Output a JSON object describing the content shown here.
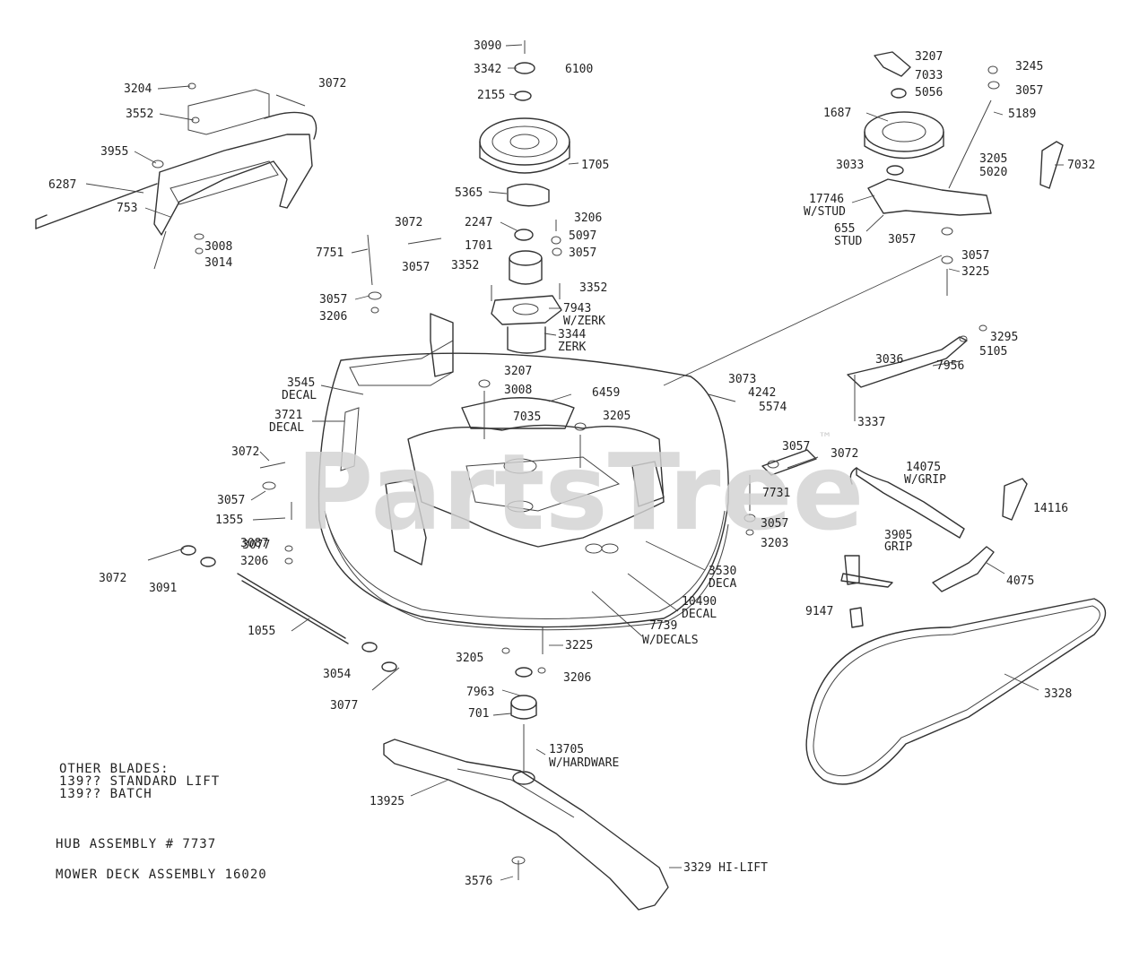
{
  "watermark": {
    "text": "PartsTree",
    "trademark": "™"
  },
  "notes": {
    "other_blades_title": "OTHER BLADES:",
    "other_blades_line1": "139??  STANDARD LIFT",
    "other_blades_line2": "139??  BATCH",
    "hub_assembly": "HUB ASSEMBLY # 7737",
    "mower_deck_assembly": "MOWER DECK ASSEMBLY  16020"
  },
  "labels": [
    {
      "id": "p3204",
      "text": "3204"
    },
    {
      "id": "p3072a",
      "text": "3072"
    },
    {
      "id": "p3552",
      "text": "3552"
    },
    {
      "id": "p3955",
      "text": "3955"
    },
    {
      "id": "p6287",
      "text": "6287"
    },
    {
      "id": "p753",
      "text": "753"
    },
    {
      "id": "p3008a",
      "text": "3008"
    },
    {
      "id": "p3014",
      "text": "3014"
    },
    {
      "id": "p3090",
      "text": "3090"
    },
    {
      "id": "p3342",
      "text": "3342"
    },
    {
      "id": "p6100",
      "text": "6100"
    },
    {
      "id": "p2155",
      "text": "2155"
    },
    {
      "id": "p1705",
      "text": "1705"
    },
    {
      "id": "p5365",
      "text": "5365"
    },
    {
      "id": "p2247",
      "text": "2247"
    },
    {
      "id": "p3206a",
      "text": "3206"
    },
    {
      "id": "p5097",
      "text": "5097"
    },
    {
      "id": "p3057a",
      "text": "3057"
    },
    {
      "id": "p1701",
      "text": "1701"
    },
    {
      "id": "p3352a",
      "text": "3352"
    },
    {
      "id": "p3352b",
      "text": "3352"
    },
    {
      "id": "p7943",
      "text": "7943"
    },
    {
      "id": "p7943b",
      "text": "W/ZERK"
    },
    {
      "id": "p3344",
      "text": "3344"
    },
    {
      "id": "p3344b",
      "text": "ZERK"
    },
    {
      "id": "p7751",
      "text": "7751"
    },
    {
      "id": "p3072b",
      "text": "3072"
    },
    {
      "id": "p3057b",
      "text": "3057"
    },
    {
      "id": "p3057c",
      "text": "3057"
    },
    {
      "id": "p3206b",
      "text": "3206"
    },
    {
      "id": "p3207a",
      "text": "3207"
    },
    {
      "id": "p7033",
      "text": "7033"
    },
    {
      "id": "p5056",
      "text": "5056"
    },
    {
      "id": "p3245",
      "text": "3245"
    },
    {
      "id": "p3057d",
      "text": "3057"
    },
    {
      "id": "p5189",
      "text": "5189"
    },
    {
      "id": "p1687",
      "text": "1687"
    },
    {
      "id": "p3205a",
      "text": "3205"
    },
    {
      "id": "p5020",
      "text": "5020"
    },
    {
      "id": "p3033",
      "text": "3033"
    },
    {
      "id": "p7032",
      "text": "7032"
    },
    {
      "id": "p17746",
      "text": "17746"
    },
    {
      "id": "p17746b",
      "text": "W/STUD"
    },
    {
      "id": "p655",
      "text": "655"
    },
    {
      "id": "p655b",
      "text": "STUD"
    },
    {
      "id": "p3057e",
      "text": "3057"
    },
    {
      "id": "p3057f",
      "text": "3057"
    },
    {
      "id": "p3225a",
      "text": "3225"
    },
    {
      "id": "p3545",
      "text": "3545"
    },
    {
      "id": "p3545b",
      "text": "DECAL"
    },
    {
      "id": "p3721",
      "text": "3721"
    },
    {
      "id": "p3721b",
      "text": "DECAL"
    },
    {
      "id": "p3207b",
      "text": "3207"
    },
    {
      "id": "p3008b",
      "text": "3008"
    },
    {
      "id": "p6459",
      "text": "6459"
    },
    {
      "id": "p7035",
      "text": "7035"
    },
    {
      "id": "p3205b",
      "text": "3205"
    },
    {
      "id": "p3073",
      "text": "3073"
    },
    {
      "id": "p4242",
      "text": "4242"
    },
    {
      "id": "p5574",
      "text": "5574"
    },
    {
      "id": "p3295",
      "text": "3295"
    },
    {
      "id": "p5105",
      "text": "5105"
    },
    {
      "id": "p3036",
      "text": "3036"
    },
    {
      "id": "p7956",
      "text": "7956"
    },
    {
      "id": "p3337",
      "text": "3337"
    },
    {
      "id": "p3072c",
      "text": "3072"
    },
    {
      "id": "p3057g",
      "text": "3057"
    },
    {
      "id": "p1355",
      "text": "1355"
    },
    {
      "id": "p3087",
      "text": "3087"
    },
    {
      "id": "p3057h",
      "text": "3057"
    },
    {
      "id": "p3072d",
      "text": "3072"
    },
    {
      "id": "p7731",
      "text": "7731"
    },
    {
      "id": "p3057i",
      "text": "3057"
    },
    {
      "id": "p3203",
      "text": "3203"
    },
    {
      "id": "p14075",
      "text": "14075"
    },
    {
      "id": "p14075b",
      "text": "W/GRIP"
    },
    {
      "id": "p3905",
      "text": "3905"
    },
    {
      "id": "p3905b",
      "text": "GRIP"
    },
    {
      "id": "p14116",
      "text": "14116"
    },
    {
      "id": "p3077a",
      "text": "3077"
    },
    {
      "id": "p3206c",
      "text": "3206"
    },
    {
      "id": "p3072e",
      "text": "3072"
    },
    {
      "id": "p3091",
      "text": "3091"
    },
    {
      "id": "p3530",
      "text": "3530"
    },
    {
      "id": "p3530b",
      "text": "DECA"
    },
    {
      "id": "p10490",
      "text": "10490"
    },
    {
      "id": "p10490b",
      "text": "DECAL"
    },
    {
      "id": "p7739",
      "text": "7739"
    },
    {
      "id": "p7739b",
      "text": "W/DECALS"
    },
    {
      "id": "p4075",
      "text": "4075"
    },
    {
      "id": "p9147",
      "text": "9147"
    },
    {
      "id": "p1055",
      "text": "1055"
    },
    {
      "id": "p3225b",
      "text": "3225"
    },
    {
      "id": "p3205c",
      "text": "3205"
    },
    {
      "id": "p3206d",
      "text": "3206"
    },
    {
      "id": "p7963",
      "text": "7963"
    },
    {
      "id": "p701",
      "text": "701"
    },
    {
      "id": "p3054",
      "text": "3054"
    },
    {
      "id": "p3077b",
      "text": "3077"
    },
    {
      "id": "p13705",
      "text": "13705"
    },
    {
      "id": "p13705b",
      "text": "W/HARDWARE"
    },
    {
      "id": "p3328",
      "text": "3328"
    },
    {
      "id": "p13925",
      "text": "13925"
    },
    {
      "id": "p3329",
      "text": "3329 HI-LIFT"
    },
    {
      "id": "p3576",
      "text": "3576"
    }
  ]
}
